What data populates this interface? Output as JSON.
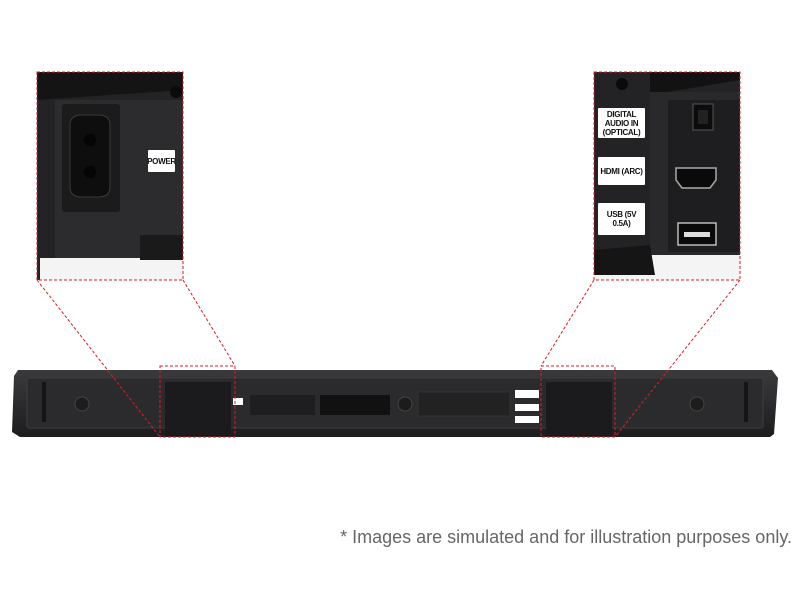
{
  "left_callout": {
    "label": "POWER",
    "icon": "power-socket-icon"
  },
  "right_callout": {
    "labels": [
      "DIGITAL AUDIO IN (OPTICAL)",
      "HDMI (ARC)",
      "USB (5V 0.5A)"
    ],
    "icons": [
      "optical-port-icon",
      "hdmi-port-icon",
      "usb-port-icon"
    ]
  },
  "colors": {
    "callout_line": "#d42027",
    "device": "#2a2a2c"
  },
  "disclaimer": "* Images are simulated and for illustration purposes only."
}
